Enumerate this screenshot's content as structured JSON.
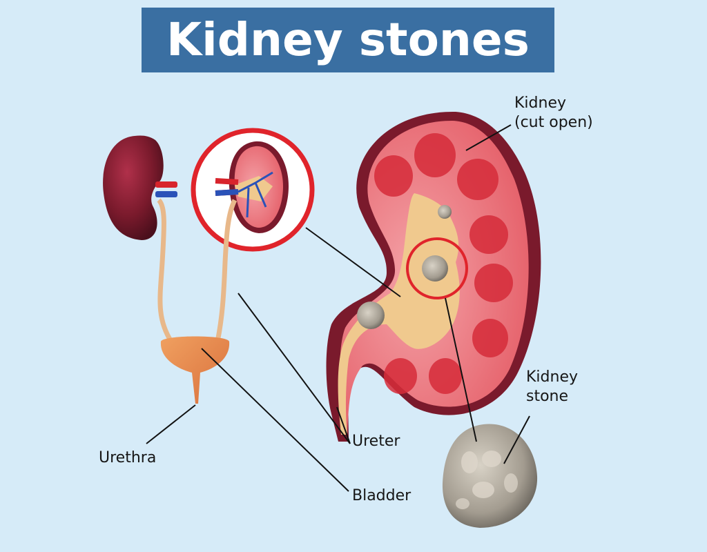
{
  "title": "Kidney stones",
  "colors": {
    "background": "#d6ebf8",
    "banner": "#3a6fa2",
    "banner_text": "#ffffff",
    "highlight_ring": "#e0242b",
    "kidney_outer": "#7a1a2c",
    "kidney_tissue": "#e8646c",
    "pelvis": "#f0c98e",
    "stone": "#a9a49a",
    "bladder": "#e98a4a",
    "label_text": "#161616"
  },
  "labels": {
    "kidney_cut_open_line1": "Kidney",
    "kidney_cut_open_line2": "(cut open)",
    "kidney_stone_line1": "Kidney",
    "kidney_stone_line2": "stone",
    "ureter": "Ureter",
    "urethra": "Urethra",
    "bladder": "Bladder"
  },
  "icons": {
    "whole_kidney": "kidney-icon",
    "zoom_inset": "magnified-kidney-icon",
    "cross_section": "kidney-cross-section-icon",
    "stone": "stone-icon",
    "bladder": "bladder-icon"
  }
}
